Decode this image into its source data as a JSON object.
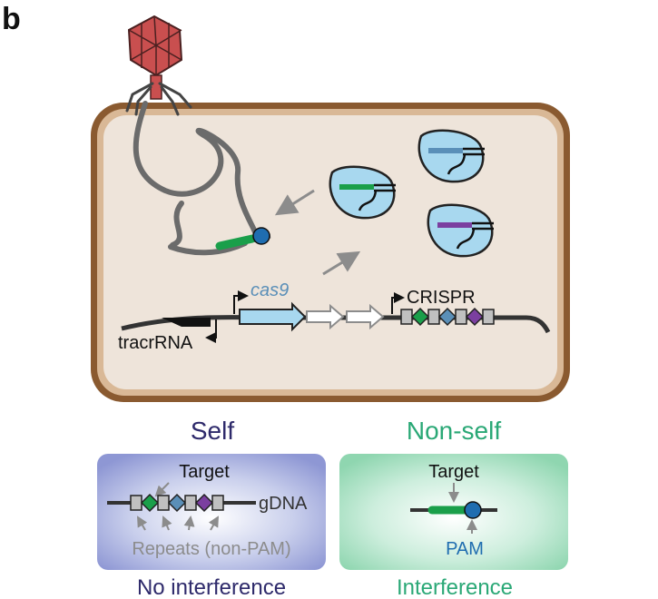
{
  "panel": {
    "label": "b"
  },
  "cell": {
    "genes": {
      "cas9": "cas9",
      "crispr": "CRISPR",
      "tracr": "tracrRNA"
    }
  },
  "self_panel": {
    "heading": "Self",
    "target_label": "Target",
    "dna_label": "gDNA",
    "repeats_label": "Repeats (non-PAM)",
    "outcome": "No interference"
  },
  "nonself_panel": {
    "heading": "Non-self",
    "target_label": "Target",
    "pam_label": "PAM",
    "outcome": "Interference"
  },
  "colors": {
    "cell_wall": "#8a5a30",
    "cytoplasm": "#eee4da",
    "cas9_protein": "#a8d8ef",
    "guide_green": "#1a9f4a",
    "guide_purple": "#7b3fa0",
    "guide_blue": "#5a8fb8",
    "pam_blue": "#1f6db0",
    "phage_red": "#c94f4f",
    "self_heading": "#2e2a6b",
    "nonself_heading": "#2aa876"
  }
}
